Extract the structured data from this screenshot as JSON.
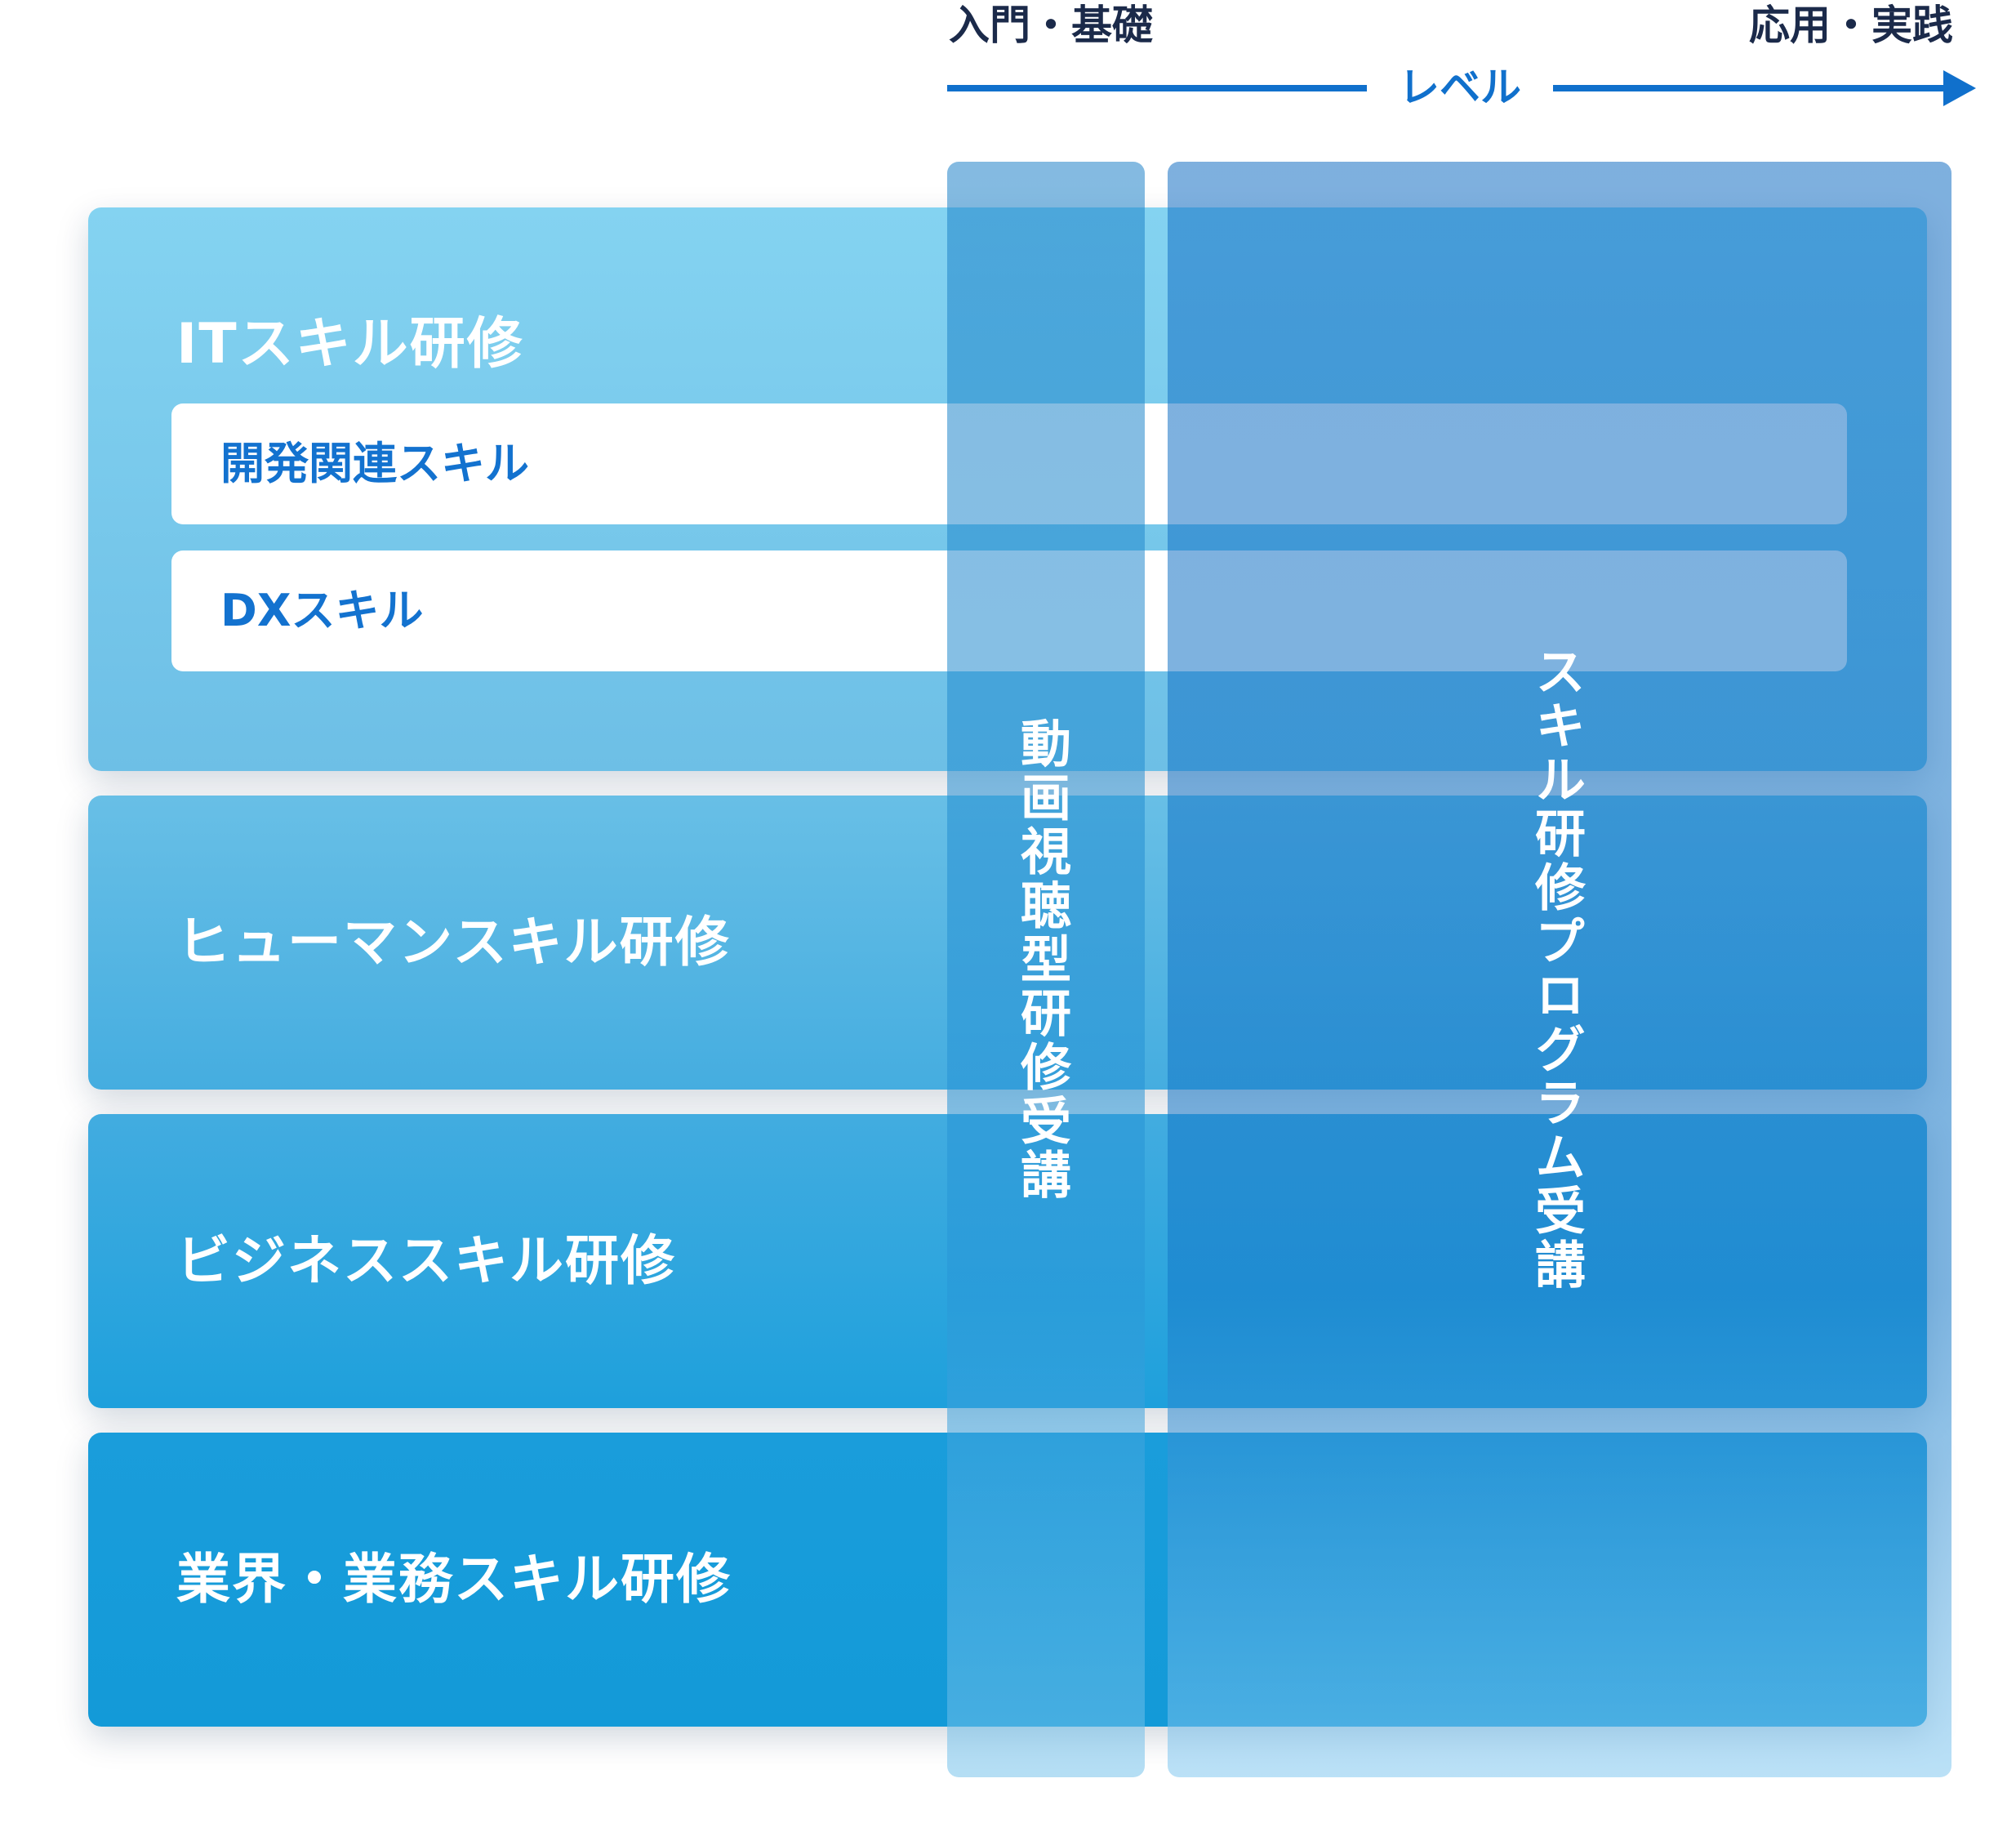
{
  "level": {
    "start_label": "入門・基礎",
    "end_label": "応用・実践",
    "axis_title": "レベル"
  },
  "categories": [
    {
      "label": "ITスキル研修",
      "subitems": [
        {
          "label": "開発関連スキル"
        },
        {
          "label": "DXスキル"
        }
      ]
    },
    {
      "label": "ヒューマンスキル研修"
    },
    {
      "label": "ビジネススキル研修"
    },
    {
      "label": "業界・業務スキル研修"
    }
  ],
  "programs": {
    "video": {
      "label": "動画視聴型研修受講"
    },
    "skill": {
      "label": "スキル研修プログラム受講"
    }
  },
  "colors": {
    "accent": "#1070cc",
    "heading_text": "#1b2a4a",
    "band_light": "#82d2f0",
    "band_dark": "#138fd6",
    "sub_text": "#1372cf"
  }
}
